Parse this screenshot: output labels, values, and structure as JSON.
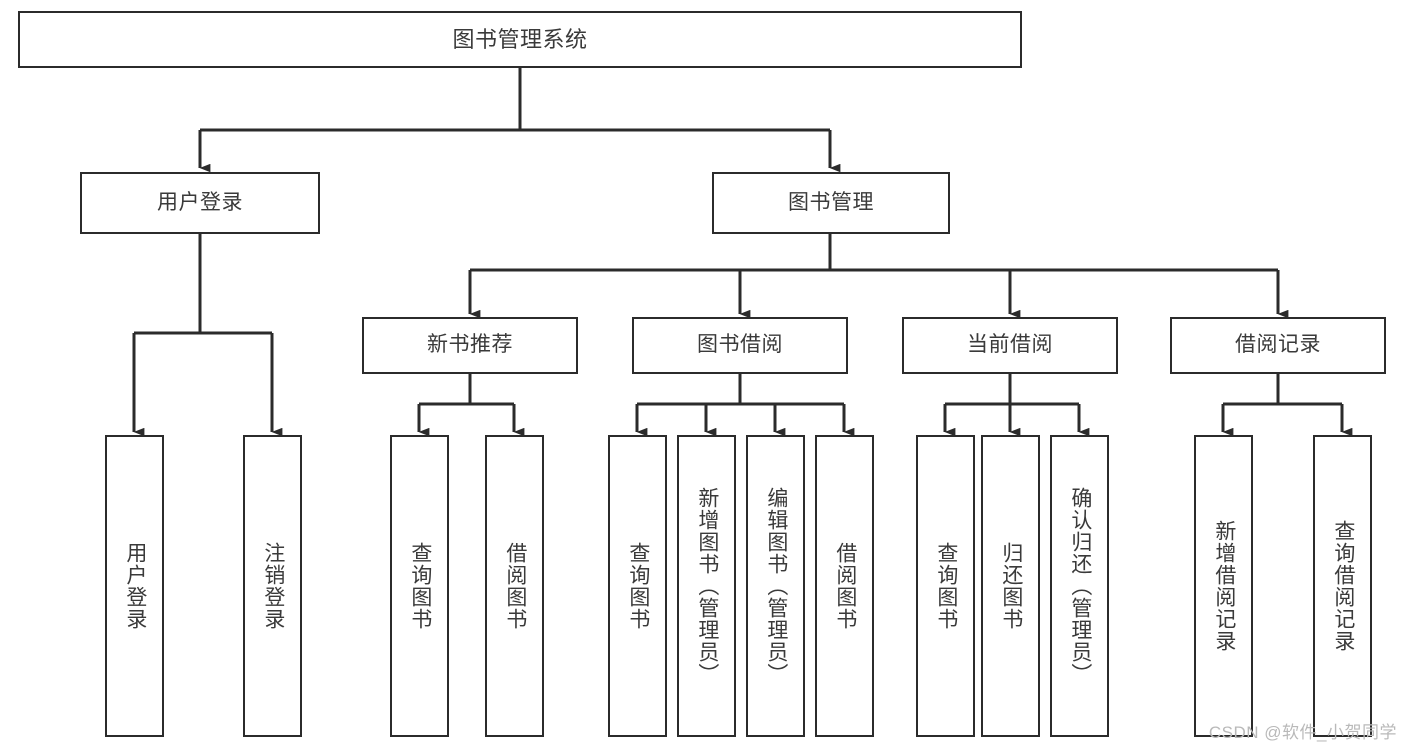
{
  "diagram": {
    "title": "图书管理系统",
    "type": "hierarchy-tree",
    "colors": {
      "background": "#ffffff",
      "border": "#2b2b2b",
      "text": "#3a3a3a",
      "edge": "#2b2b2b",
      "watermark": "#b9b9b9"
    },
    "nodes": {
      "root": {
        "label": "图书管理系统"
      },
      "level2": [
        {
          "id": "user-login",
          "label": "用户登录"
        },
        {
          "id": "book-management",
          "label": "图书管理"
        }
      ],
      "level3": [
        {
          "id": "new-book-recommend",
          "label": "新书推荐"
        },
        {
          "id": "book-borrow",
          "label": "图书借阅"
        },
        {
          "id": "current-borrow",
          "label": "当前借阅"
        },
        {
          "id": "borrow-record",
          "label": "借阅记录"
        }
      ],
      "leaves": {
        "user_login": [
          {
            "id": "leaf-user-login",
            "label": "用户登录"
          },
          {
            "id": "leaf-logout-login",
            "label": "注销登录"
          }
        ],
        "new_book_recommend": [
          {
            "id": "leaf-query-book-1",
            "label": "查询图书"
          },
          {
            "id": "leaf-borrow-book-1",
            "label": "借阅图书"
          }
        ],
        "book_borrow": [
          {
            "id": "leaf-query-book-2",
            "label": "查询图书"
          },
          {
            "id": "leaf-add-book",
            "label": "新增图书（管理员）"
          },
          {
            "id": "leaf-edit-book",
            "label": "编辑图书（管理员）"
          },
          {
            "id": "leaf-borrow-book-2",
            "label": "借阅图书"
          }
        ],
        "current_borrow": [
          {
            "id": "leaf-query-book-3",
            "label": "查询图书"
          },
          {
            "id": "leaf-return-book",
            "label": "归还图书"
          },
          {
            "id": "leaf-confirm-return",
            "label": "确认归还（管理员）"
          }
        ],
        "borrow_record": [
          {
            "id": "leaf-add-borrow-record",
            "label": "新增借阅记录"
          },
          {
            "id": "leaf-query-borrow-record",
            "label": "查询借阅记录"
          }
        ]
      }
    },
    "watermark": "CSDN @软件_小贺同学"
  }
}
